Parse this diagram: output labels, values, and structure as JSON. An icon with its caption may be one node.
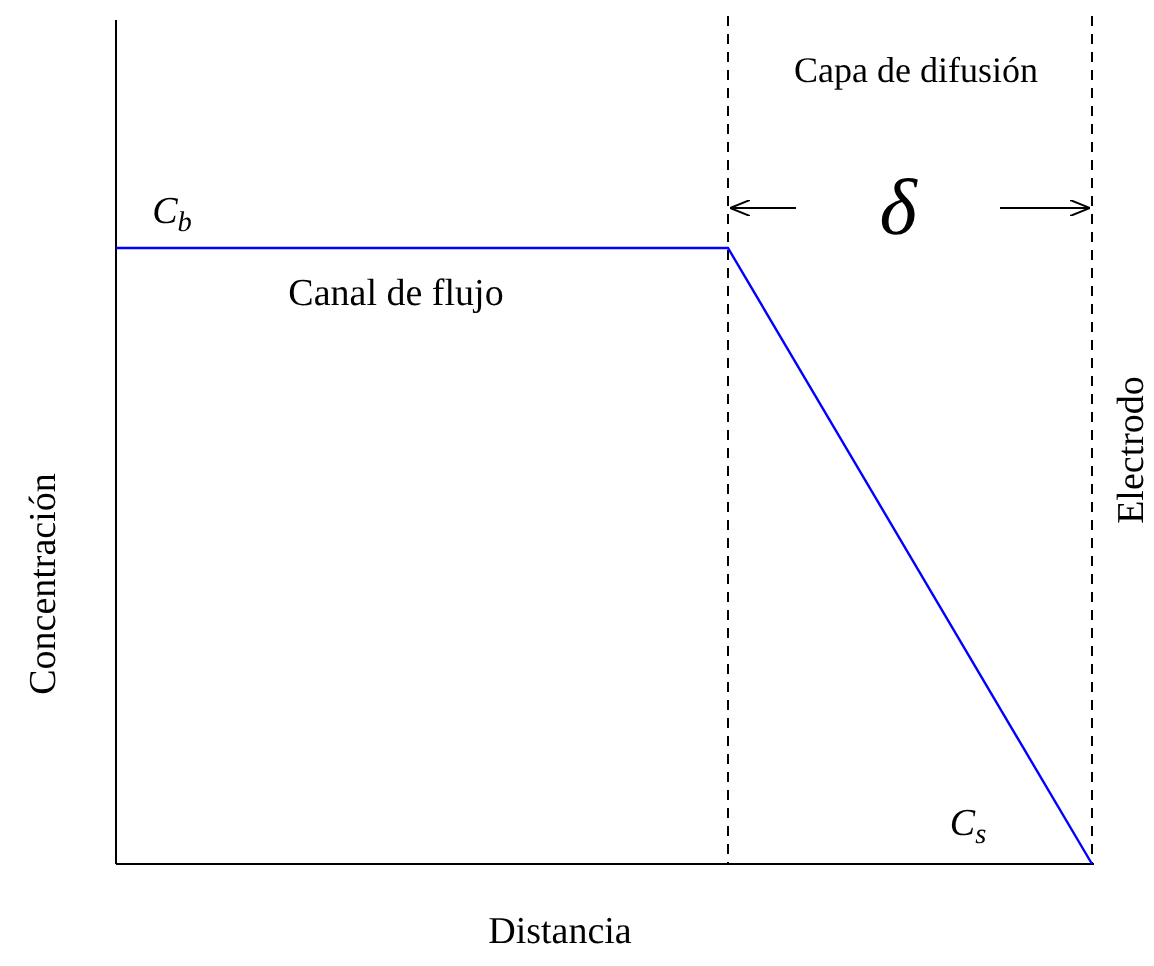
{
  "diagram": {
    "labels": [
      "Capa de difusión",
      "δ",
      "C$_{b}$",
      "Canal de flujo",
      "Electrodo",
      "Concentración",
      "C$_{s}$",
      "Distancia"
    ]
  }
}
